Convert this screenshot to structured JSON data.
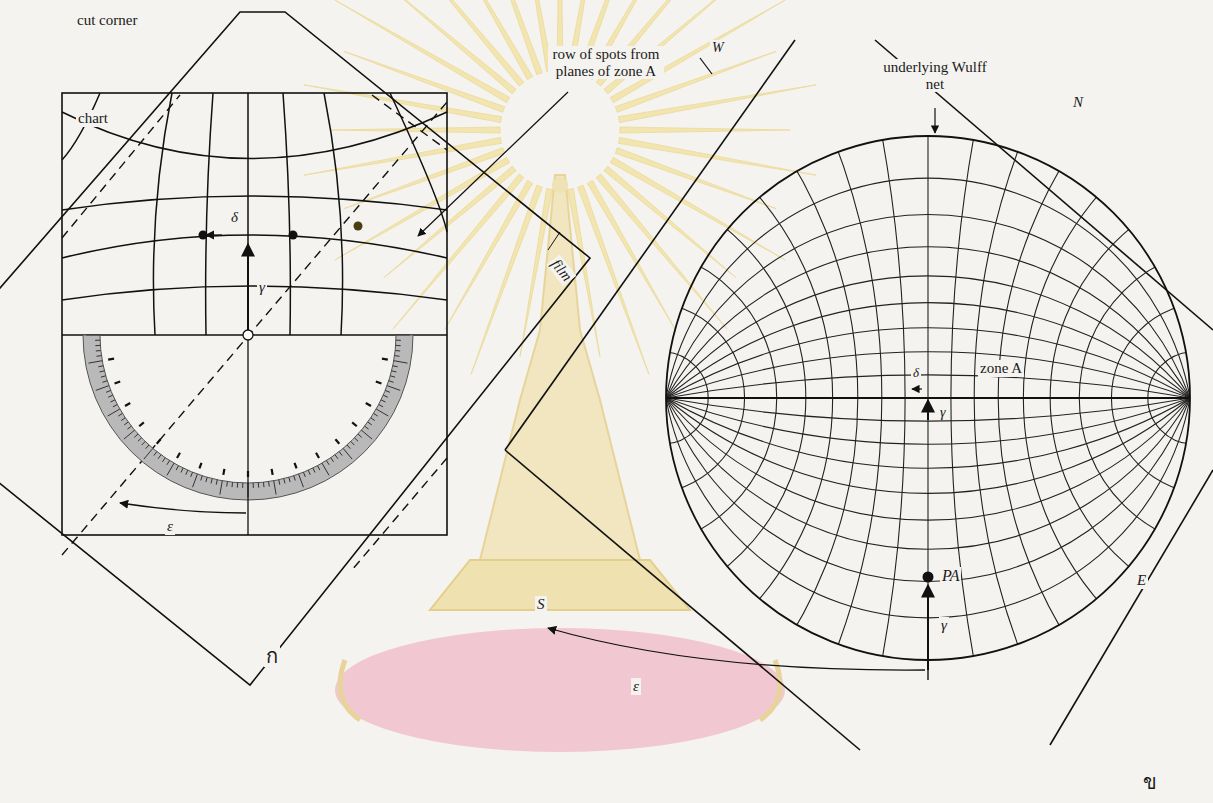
{
  "diagram": {
    "labels": [
      "cut corner",
      "row of spots from planes of zone A",
      "chart",
      "δ",
      "γ",
      "film",
      "ε",
      "ก",
      "underlying Wulff net",
      "W",
      "N",
      "zone A",
      "δ",
      "γ",
      "PA",
      "γ",
      "E",
      "S",
      "ε",
      "ข"
    ]
  }
}
